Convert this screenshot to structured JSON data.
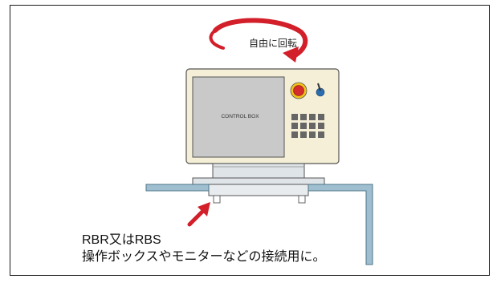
{
  "diagram": {
    "rotation_label": "自由に回転",
    "screen_label": "CONTROL BOX",
    "caption_line1": "RBR又はRBS",
    "caption_line2": "操作ボックスやモニターなどの接続用に。",
    "colors": {
      "housing": "#f4efd6",
      "screen": "#c9c9c9",
      "arrow": "#d21f2a",
      "bracket": "#9fbfd0",
      "mount": "#dfe4e8",
      "estop": "#d62b2b",
      "estop_ring": "#f2c21a",
      "switch": "#2a6db0",
      "keypad": "#666666"
    }
  }
}
